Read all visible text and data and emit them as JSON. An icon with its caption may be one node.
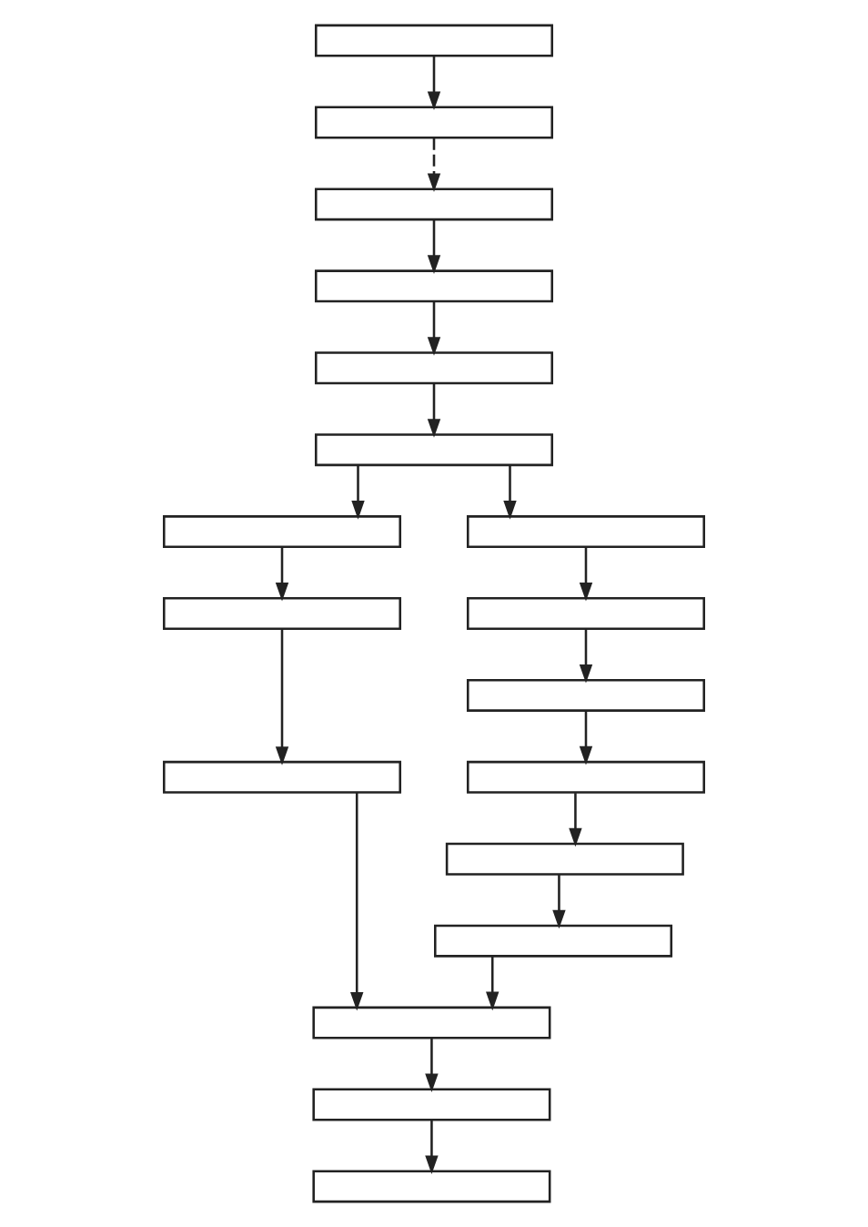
{
  "diagram": {
    "nodes": [
      {
        "text": [],
        "shape": "box"
      },
      {
        "text": [],
        "shape": "box"
      },
      {
        "text": [],
        "shape": "box"
      },
      {
        "text": [],
        "shape": "box"
      },
      {
        "text": [],
        "shape": "box"
      },
      {
        "text": [],
        "shape": "box"
      },
      {
        "text": [],
        "shape": "box"
      },
      {
        "text": [],
        "shape": "box"
      },
      {
        "text": [],
        "shape": "box"
      },
      {
        "text": [],
        "shape": "box"
      },
      {
        "text": [],
        "shape": "box"
      },
      {
        "text": [],
        "shape": "box"
      },
      {
        "text": [],
        "shape": "box"
      },
      {
        "text": [],
        "shape": "box"
      },
      {
        "text": [],
        "shape": "box"
      },
      {
        "text": [],
        "shape": "box"
      },
      {
        "text": [],
        "shape": "box"
      },
      {
        "text": [],
        "shape": "box"
      }
    ],
    "edges": [
      {
        "from": 0,
        "to": 1,
        "arrow": "to"
      },
      {
        "from": 1,
        "to": 2,
        "arrow": "to",
        "style": "dashed"
      },
      {
        "from": 2,
        "to": 3,
        "arrow": "to"
      },
      {
        "from": 3,
        "to": 4,
        "arrow": "to"
      },
      {
        "from": 4,
        "to": 5,
        "arrow": "to"
      },
      {
        "from": 5,
        "to": 6,
        "arrow": "to"
      },
      {
        "from": 5,
        "to": 9,
        "arrow": "to"
      },
      {
        "from": 6,
        "to": 7,
        "arrow": "to"
      },
      {
        "from": 7,
        "to": 8,
        "arrow": "to"
      },
      {
        "from": 9,
        "to": 10,
        "arrow": "to"
      },
      {
        "from": 10,
        "to": 11,
        "arrow": "to"
      },
      {
        "from": 11,
        "to": 12,
        "arrow": "to"
      },
      {
        "from": 12,
        "to": 13,
        "arrow": "to"
      },
      {
        "from": 13,
        "to": 14,
        "arrow": "to"
      },
      {
        "from": 8,
        "to": 15,
        "arrow": "to"
      },
      {
        "from": 14,
        "to": 15,
        "arrow": "to"
      },
      {
        "from": 15,
        "to": 16,
        "arrow": "to"
      },
      {
        "from": 16,
        "to": 17,
        "arrow": "to"
      }
    ]
  }
}
